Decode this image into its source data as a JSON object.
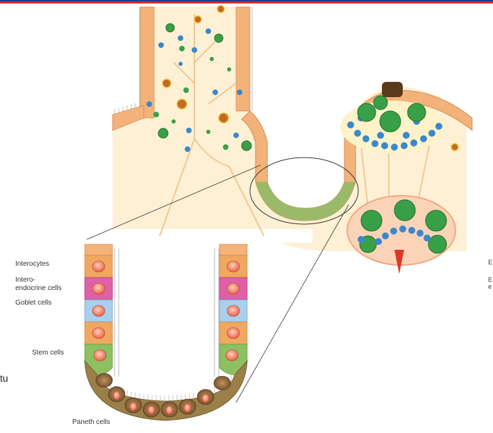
{
  "labels": {
    "enterocytes": "Interocytes",
    "enteroendocrine_line1": "Intero-",
    "enteroendocrine_line2": "endocrine cells",
    "goblet": "Goblet cells",
    "stem": "Stem cells",
    "paneth": "Paneth cells"
  },
  "left_margin_text": "tu",
  "right_edge_text": {
    "line1": "E",
    "line2": "E",
    "line3": "e"
  },
  "colors": {
    "tissue": "#fdf0d4",
    "enterocyte": "#f0a860",
    "enteroendocrine": "#e060a8",
    "goblet": "#a8d0ec",
    "stem": "#8cc060",
    "paneth": "#8a6a3a",
    "nucleus": "#f07860",
    "lymphocyte": "#3a88cc",
    "green_cell": "#3aa048",
    "accent_bar_blue": "#1e3c8c",
    "accent_bar_red": "#d8262e"
  }
}
